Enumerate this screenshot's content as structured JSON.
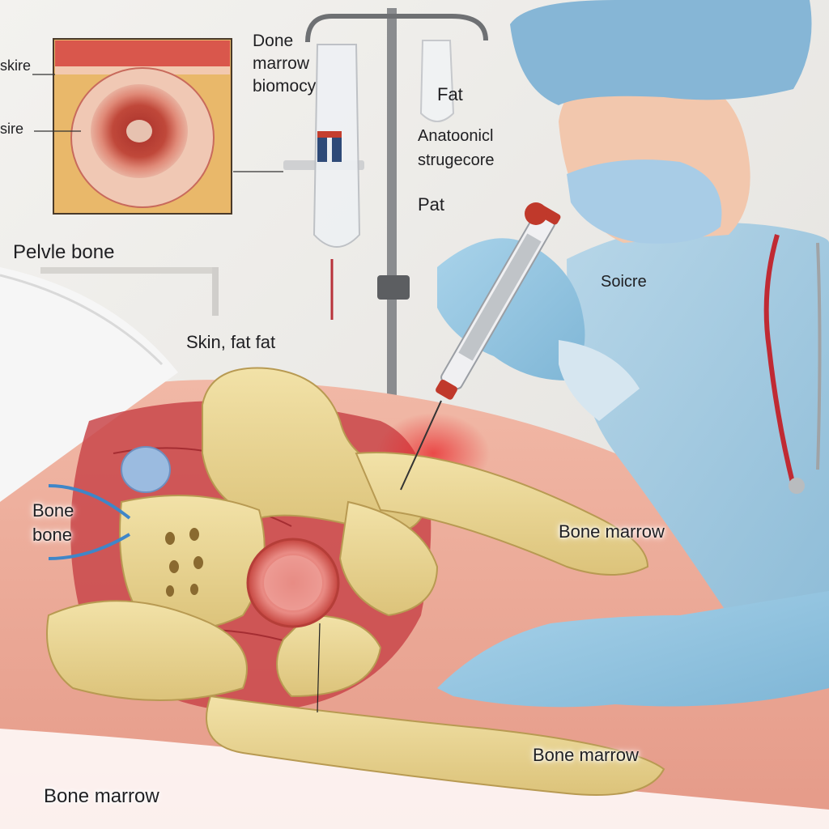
{
  "labels": {
    "inset_top": "skire",
    "inset_mid": "sire",
    "bone_marrow_biopsy_line1": "Done",
    "bone_marrow_biopsy_line2": "marrow",
    "bone_marrow_biopsy_line3": "biomocy",
    "fat_top": "Fat",
    "anatomical_line1": "Anatoonicl",
    "anatomical_line2": "strugecore",
    "pat": "Pat",
    "pelvic_bone": "Pelvle bone",
    "soicre": "Soicre",
    "skin_fat": "Skin, fat fat",
    "bone_upper": "Bone",
    "bone_lower": "bone",
    "bone_marrow_right": "Bone marrow",
    "bone_marrow_lower": "Bone marrow",
    "bone_marrow_bottom": "Bone marrow"
  }
}
